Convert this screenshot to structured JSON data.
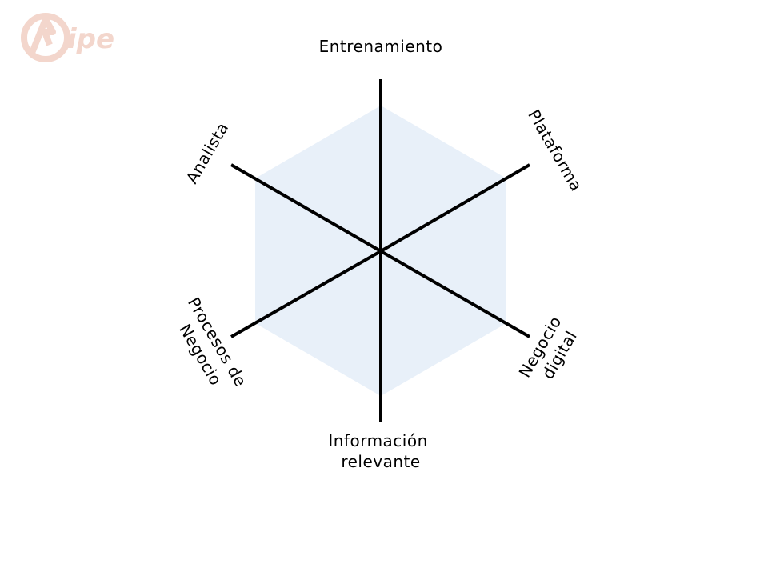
{
  "logo": {
    "name": "ipe-logo",
    "text": "ipe",
    "color": "#f3d6cc"
  },
  "diagram": {
    "hexagon_fill": "#e8f0f9",
    "line_color": "#000000",
    "axes": [
      {
        "id": "entrenamiento",
        "lines": [
          "Entrenamiento"
        ]
      },
      {
        "id": "plataforma",
        "lines": [
          "Plataforma"
        ]
      },
      {
        "id": "negocio-digital",
        "lines": [
          "Negocio",
          "digital"
        ]
      },
      {
        "id": "informacion-relevante",
        "lines": [
          "Información",
          "relevante"
        ]
      },
      {
        "id": "procesos-de-negocio",
        "lines": [
          "Procesos de",
          "Negocio"
        ]
      },
      {
        "id": "analista",
        "lines": [
          "Analista"
        ]
      }
    ]
  }
}
